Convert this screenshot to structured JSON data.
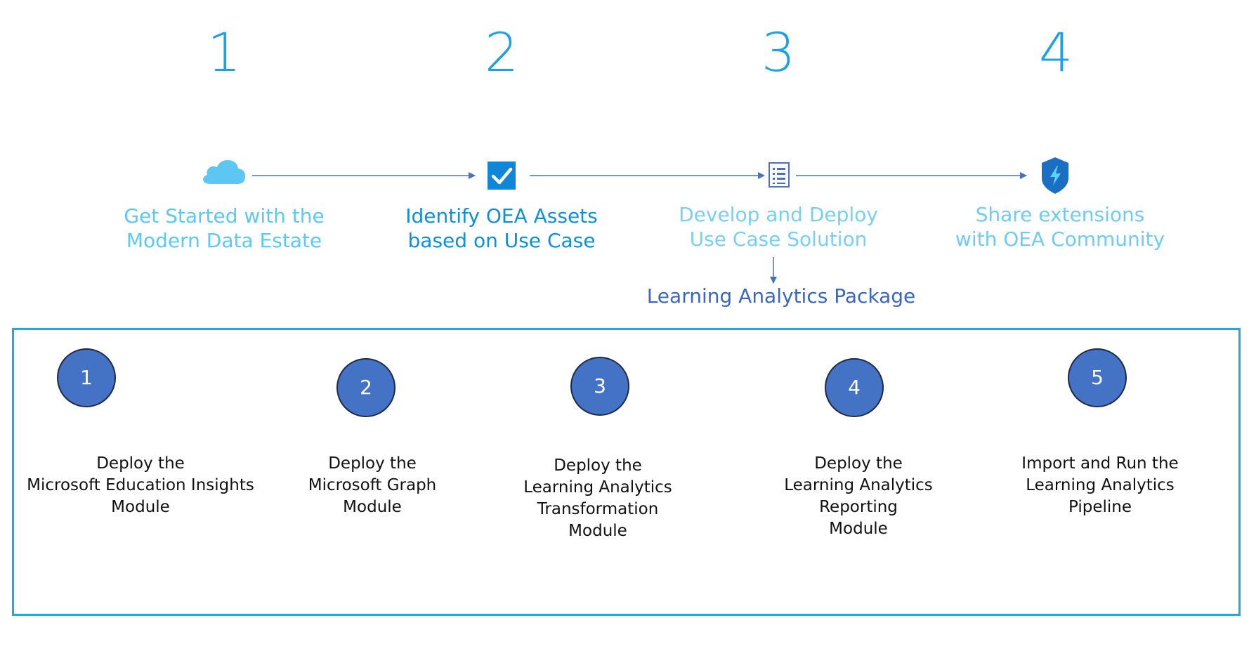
{
  "steps": [
    {
      "number": "1",
      "label": "Get Started with the\nModern Data Estate",
      "icon": "cloud-icon"
    },
    {
      "number": "2",
      "label": "Identify OEA Assets\nbased on Use Case",
      "icon": "checkbox-icon"
    },
    {
      "number": "3",
      "label": "Develop and Deploy\nUse Case Solution",
      "icon": "document-list-icon"
    },
    {
      "number": "4",
      "label": "Share extensions\nwith OEA Community",
      "icon": "shield-lightning-icon"
    }
  ],
  "package_label": "Learning Analytics Package",
  "modules": [
    {
      "number": "1",
      "text": "Deploy the\nMicrosoft Education Insights\nModule"
    },
    {
      "number": "2",
      "text": "Deploy the\nMicrosoft Graph\nModule"
    },
    {
      "number": "3",
      "text": "Deploy the\nLearning Analytics\nTransformation\nModule"
    },
    {
      "number": "4",
      "text": "Deploy the\nLearning Analytics\nReporting\nModule"
    },
    {
      "number": "5",
      "text": "Import and Run the\nLearning Analytics\nPipeline"
    }
  ],
  "colors": {
    "big_number": "#1aa1e6",
    "step1_label": "#5bc8f5",
    "step2_label": "#0f8fd8",
    "step3_label": "#78cff5",
    "step4_label": "#6fcbf4",
    "package_label": "#3b66c0",
    "circle_fill": "#4472c4",
    "box_border": "#1ca9e6",
    "arrow": "#4a6fc4"
  }
}
